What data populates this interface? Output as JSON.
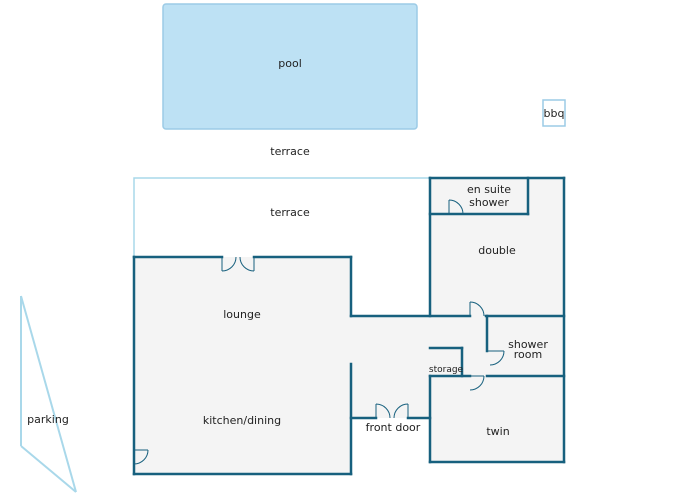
{
  "colors": {
    "wall": "#17607e",
    "light_wall": "#a9d8ea",
    "floor": "#f4f4f4",
    "pool_fill": "#bde1f4",
    "pool_stroke": "#9ccbe6"
  },
  "labels": {
    "pool": "pool",
    "bbq": "bbq",
    "terrace_outer": "terrace",
    "terrace_inner": "terrace",
    "en_suite_line1": "en suite",
    "en_suite_line2": "shower",
    "double": "double",
    "lounge": "lounge",
    "shower_room_line1": "shower",
    "shower_room_line2": "room",
    "storage": "storage",
    "kitchen_dining": "kitchen/dining",
    "front_door": "front door",
    "twin": "twin",
    "parking": "parking"
  }
}
